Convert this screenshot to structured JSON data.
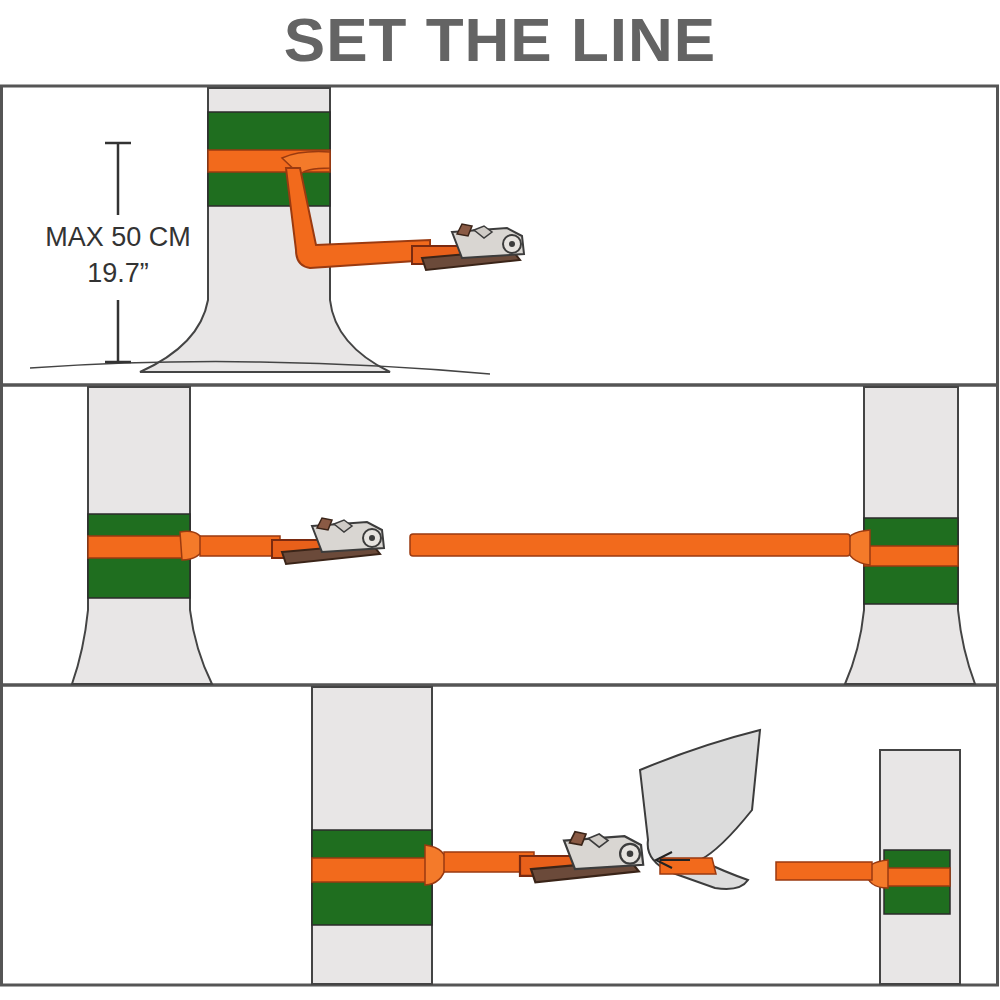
{
  "diagram": {
    "title": "SET THE LINE",
    "labels": [
      "MAX 50 CM",
      "19.7”"
    ]
  }
}
